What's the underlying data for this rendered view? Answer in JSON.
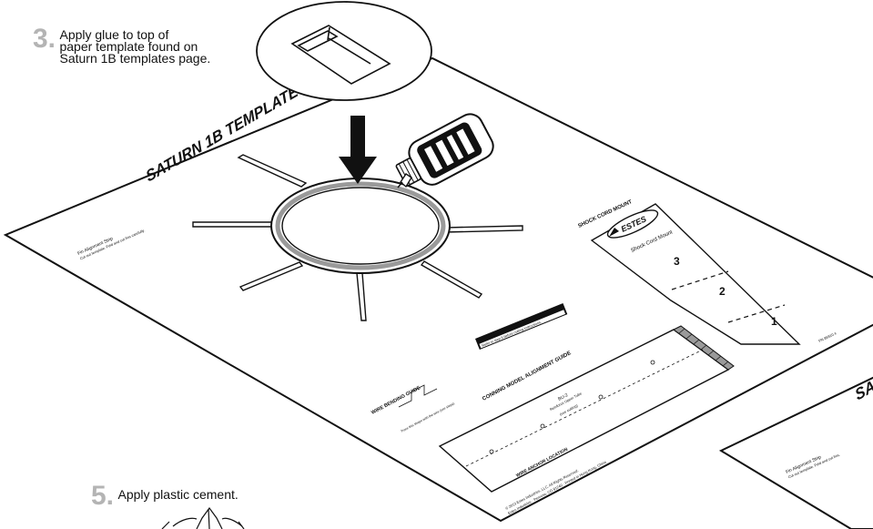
{
  "steps": [
    {
      "number": "3.",
      "lines": [
        "Apply glue to top of",
        "paper template found on",
        "Saturn 1B templates page."
      ]
    },
    {
      "number": "5.",
      "text": "Apply plastic cement."
    }
  ],
  "sheet": {
    "title": "SATURN 1B TEMPLATES",
    "fin_alignment_label": "Fin Alignment Strip",
    "fin_alignment_note": "Cut out template. Fold and cut fins carefully.",
    "shock_cord_title": "SHOCK CORD MOUNT",
    "brand": "ESTES",
    "shock_cord_subtitle": "Shock Cord Mount",
    "shock_cord_steps": [
      "3",
      "2",
      "1"
    ],
    "part_number": "PN 85910 #",
    "banner_text": "Refer to step 9 before cutting instructions.",
    "wrap_title": "CONNING MODEL ALIGNMENT GUIDE",
    "wrap_center_lines": [
      "BU-2",
      "Reinforce Upper Tube",
      "(see cutting)"
    ],
    "wire_guide_title": "WIRE BENDING GUIDE",
    "wire_guide_note": "Trace this shape with the wire (see steps).",
    "launch_lug_label": "WIRE ANCHOR LOCATION",
    "copyright_line1": "© 2013 Estes Industries, LLC. All Rights Reserved.",
    "copyright_line2": "Estes Industries · Penrose, CO 81240 · Printed in Hong Kong, China"
  },
  "second_sheet": {
    "title_fragment": "SA",
    "fin_alignment_label": "Fin Alignment Strip",
    "fin_alignment_note": "Cut out template. Fold and cut fins."
  },
  "colors": {
    "ink": "#111111",
    "step_number": "#b4b4b4",
    "glue_ring": "#9a9a9a"
  },
  "icons": [
    "glue-bottle-icon",
    "down-arrow-icon",
    "template-callout-icon",
    "nozzle-icon"
  ]
}
